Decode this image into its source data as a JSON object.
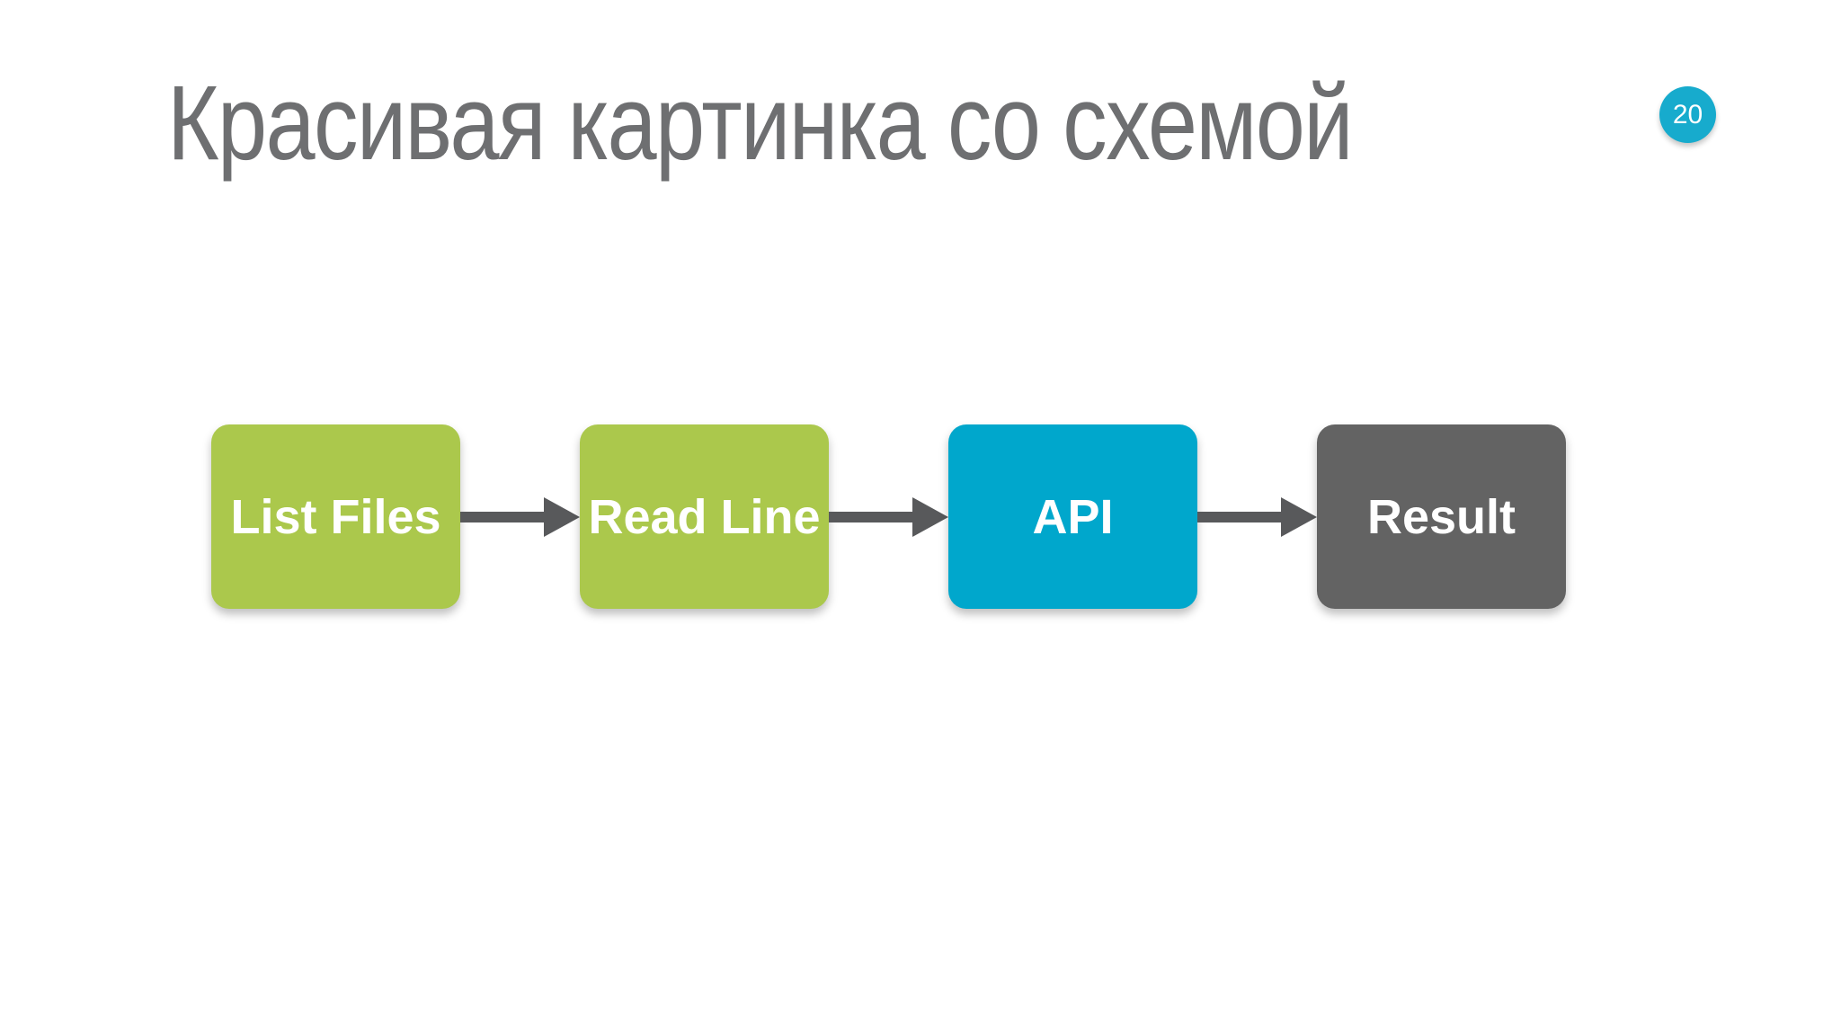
{
  "slide": {
    "title": "Красивая картинка со схемой",
    "page_number": "20",
    "background_color": "#ffffff",
    "title_color": "#6e6f71",
    "badge_color": "#17abcd"
  },
  "diagram": {
    "type": "flowchart",
    "direction": "left-to-right",
    "nodes": [
      {
        "label": "List Files",
        "color": "#abc84c"
      },
      {
        "label": "Read Line",
        "color": "#abc84c"
      },
      {
        "label": "API",
        "color": "#00a7cc"
      },
      {
        "label": "Result",
        "color": "#636363"
      }
    ],
    "connections": [
      {
        "from": "List Files",
        "to": "Read Line"
      },
      {
        "from": "Read Line",
        "to": "API"
      },
      {
        "from": "API",
        "to": "Result"
      }
    ],
    "arrow_color": "#58595b",
    "label_text_color": "#ffffff"
  }
}
